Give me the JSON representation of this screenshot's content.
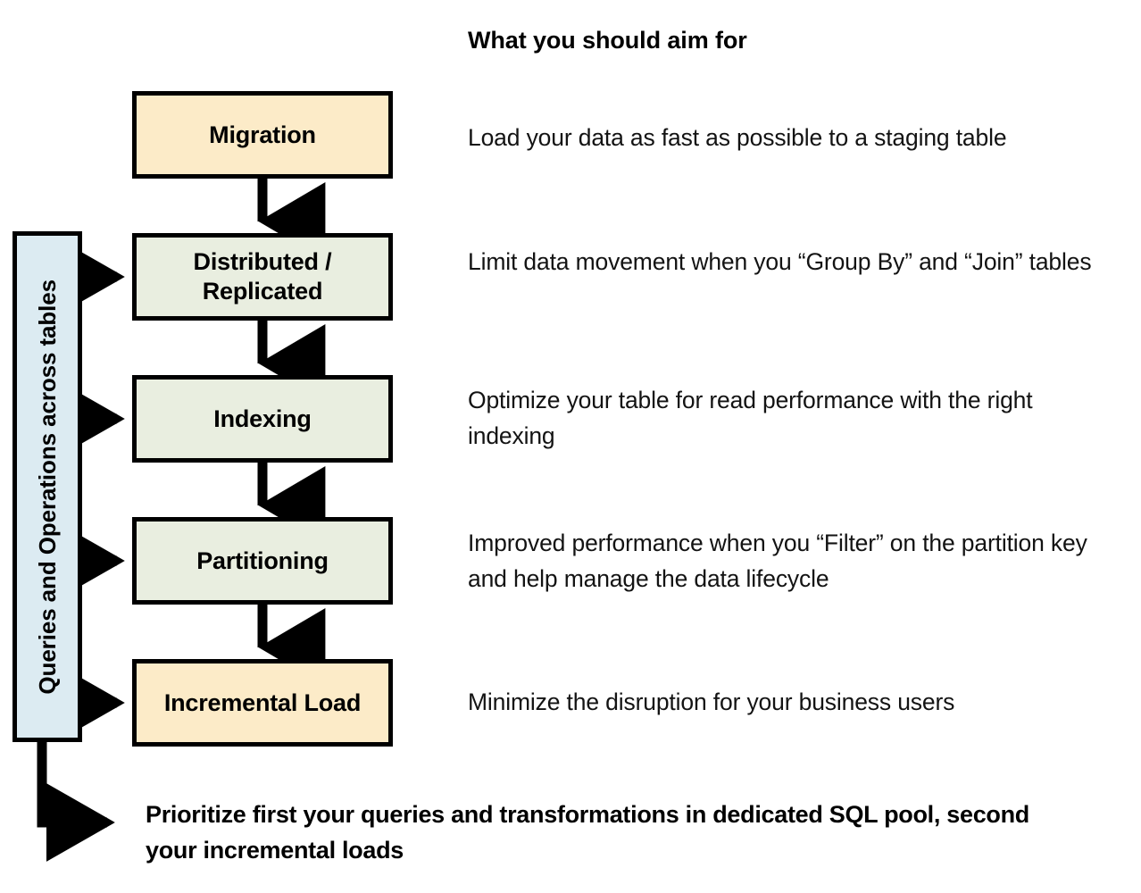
{
  "heading": "What you should aim for",
  "side_band": {
    "label": "Queries and Operations across tables"
  },
  "steps": [
    {
      "id": "migration",
      "label": "Migration",
      "tone": "cream",
      "description": "Load your data as fast as possible to a staging table"
    },
    {
      "id": "distributed",
      "label": "Distributed / Replicated",
      "tone": "green",
      "description": "Limit data movement when you “Group By” and “Join” tables"
    },
    {
      "id": "indexing",
      "label": "Indexing",
      "tone": "green",
      "description": "Optimize your table for read performance with the right indexing"
    },
    {
      "id": "partitioning",
      "label": "Partitioning",
      "tone": "green",
      "description": "Improved performance when you “Filter” on the partition key and help manage the data lifecycle"
    },
    {
      "id": "incremental",
      "label": "Incremental Load",
      "tone": "cream",
      "description": "Minimize the disruption for your business users"
    }
  ],
  "conclusion": "Prioritize first your queries and transformations in dedicated SQL pool, second your incremental loads",
  "colors": {
    "cream_fill": "#FCEBC8",
    "green_fill": "#E9EEE0",
    "blue_fill": "#DCEBF2",
    "outline": "#000000",
    "text": "#000000",
    "background": "#FFFFFF"
  }
}
